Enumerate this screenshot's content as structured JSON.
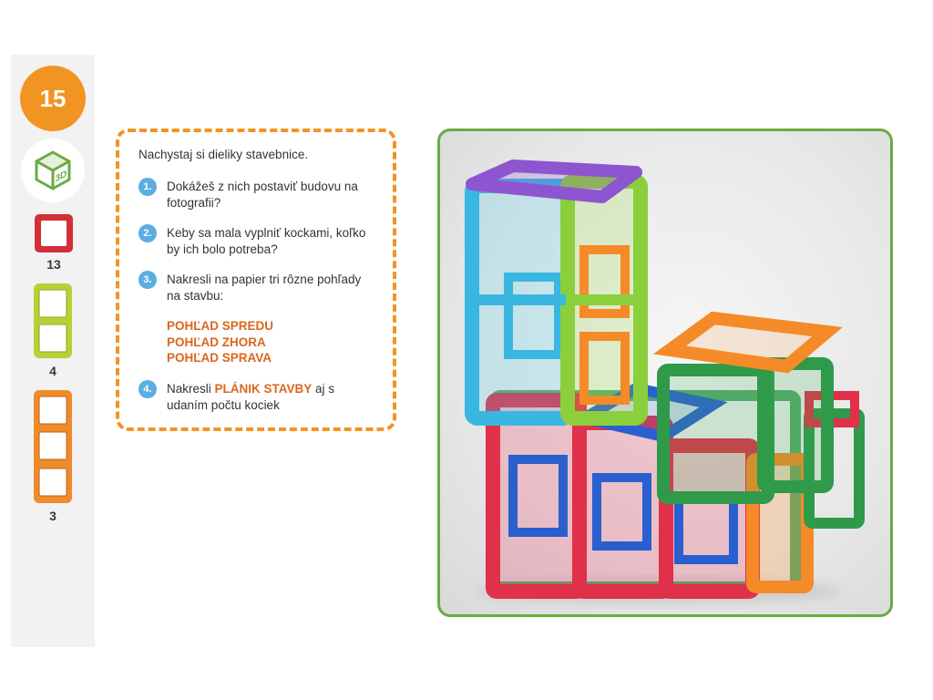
{
  "badge": {
    "number": "15"
  },
  "cube_icon": {
    "label": "3D"
  },
  "pieces": [
    {
      "count": "13",
      "color": "#d32f3b",
      "shape": "square"
    },
    {
      "count": "4",
      "color": "#b5d334",
      "shape": "double"
    },
    {
      "count": "3",
      "color": "#f08a2a",
      "shape": "triple"
    }
  ],
  "instructions": {
    "intro": "Nachystaj si dieliky stavebnice.",
    "steps": [
      {
        "num": "1.",
        "text": "Dokážeš z nich postaviť budovu na fotografii?"
      },
      {
        "num": "2.",
        "text": "Keby sa mala vyplniť kockami, koľko by ich bolo potreba?"
      },
      {
        "num": "3.",
        "text": "Nakresli na papier tri rôzne pohľady na stavbu:"
      },
      {
        "num": "4.",
        "text_before": "Nakresli ",
        "highlight": "PLÁNIK STAVBY",
        "text_after": " aj s udaním počtu kociek"
      }
    ],
    "views": [
      "POHĽAD SPREDU",
      "POHĽAD ZHORA",
      "POHĽAD SPRAVA"
    ]
  },
  "colors": {
    "accent_orange": "#f29422",
    "step_blue": "#5aaee0",
    "frame_green": "#6aab45",
    "highlight": "#d9671e"
  }
}
